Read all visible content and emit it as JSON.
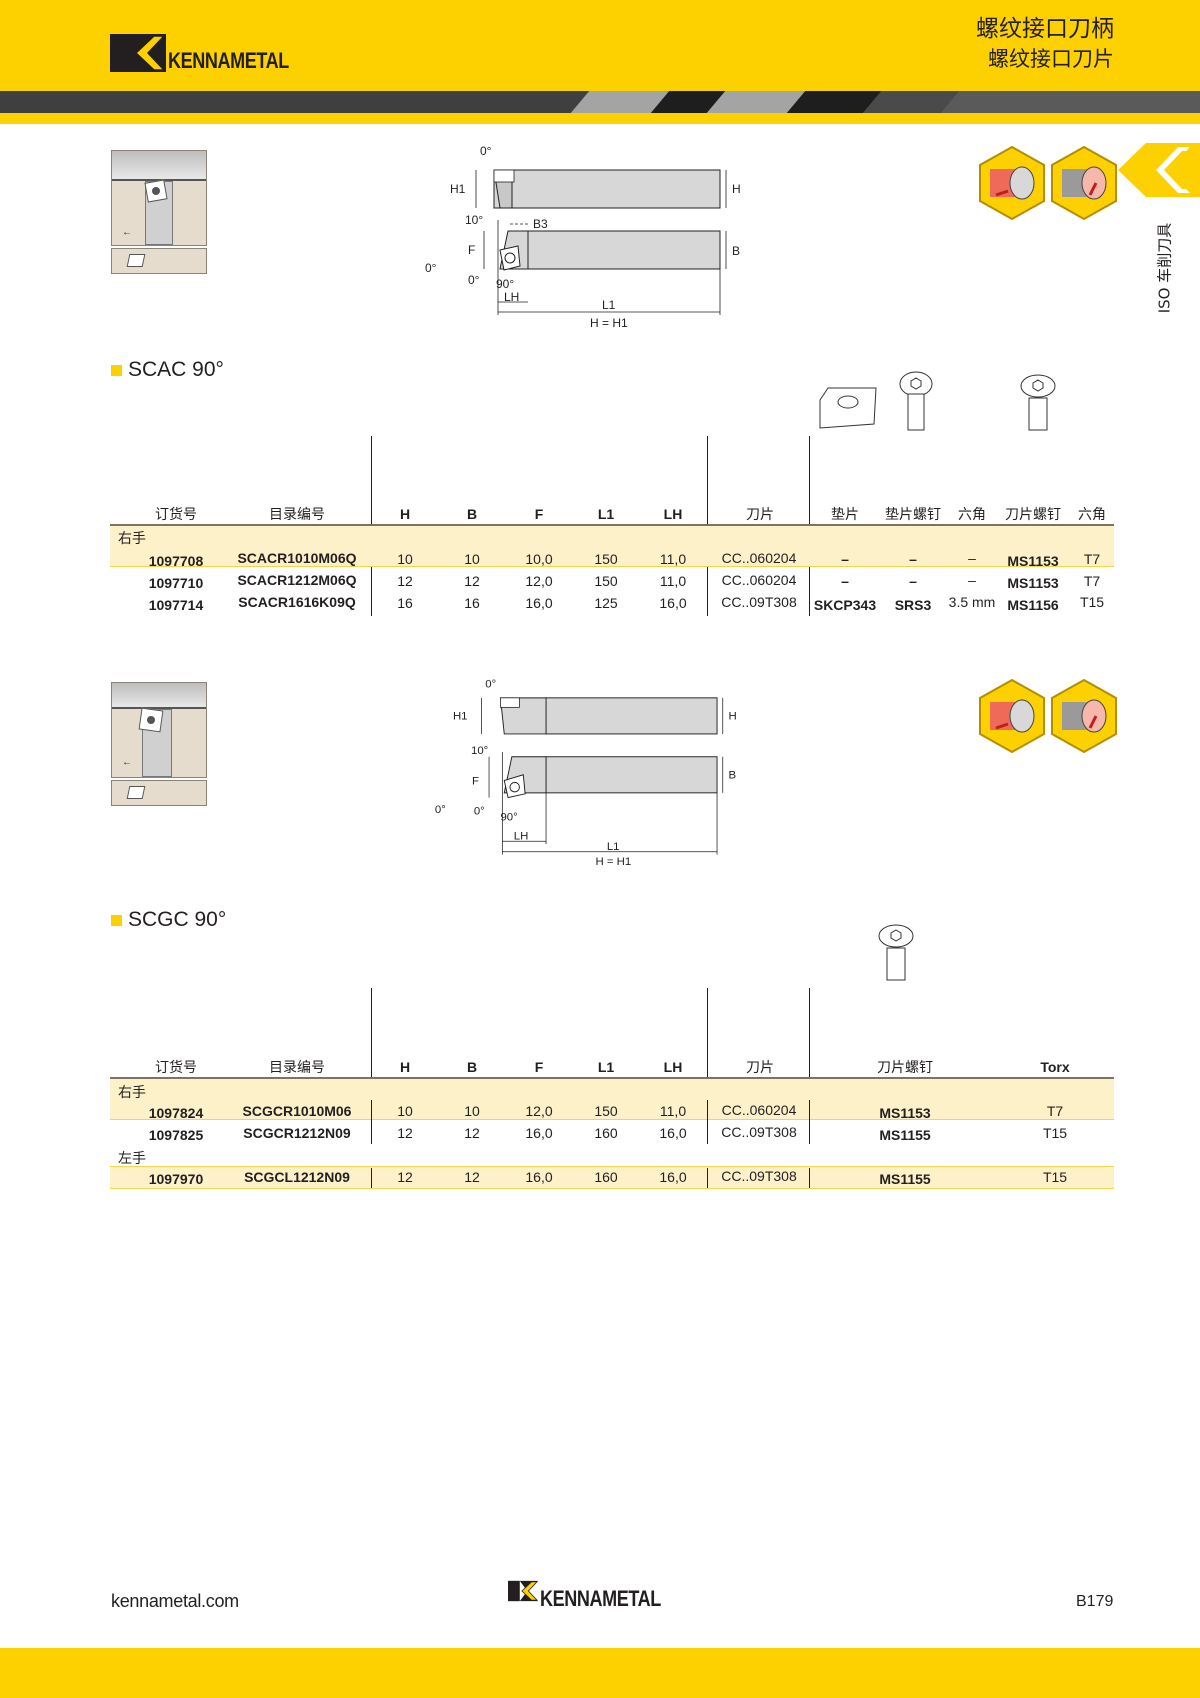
{
  "header": {
    "brand": "KENNAMETAL",
    "title_line1": "螺纹接口刀柄",
    "title_line2": "螺纹接口刀片"
  },
  "side_tab": {
    "label": "ISO 车削刀具"
  },
  "colors": {
    "brand_yellow": "#fdd000",
    "band_fill": "#fdf1c9",
    "row_rule": "#f5d64a",
    "text": "#231f20"
  },
  "sections": [
    {
      "title": "SCAC 90°",
      "diagram_labels": {
        "angle_top": "0°",
        "h1": "H1",
        "h": "H",
        "angle_10": "10°",
        "b3": "B3",
        "f": "F",
        "b": "B",
        "angle_left": "0°",
        "angle_bottom": "0°",
        "angle_90": "90°",
        "lh": "LH",
        "l1": "L1",
        "note": "H = H1"
      },
      "columns": [
        "订货号",
        "目录编号",
        "H",
        "B",
        "F",
        "L1",
        "LH",
        "刀片",
        "垫片",
        "垫片螺钉",
        "六角",
        "刀片螺钉",
        "六角"
      ],
      "groups": [
        {
          "label": "右手",
          "rows": [
            {
              "order_no": "1097708",
              "catalog_no": "SCACR1010M06Q",
              "H": "10",
              "B": "10",
              "F": "10,0",
              "L1": "150",
              "LH": "11,0",
              "insert": "CC..060204",
              "shim": "–",
              "shim_screw": "–",
              "hex1": "–",
              "insert_screw": "MS1153",
              "hex2": "T7"
            },
            {
              "order_no": "1097710",
              "catalog_no": "SCACR1212M06Q",
              "H": "12",
              "B": "12",
              "F": "12,0",
              "L1": "150",
              "LH": "11,0",
              "insert": "CC..060204",
              "shim": "–",
              "shim_screw": "–",
              "hex1": "–",
              "insert_screw": "MS1153",
              "hex2": "T7"
            },
            {
              "order_no": "1097714",
              "catalog_no": "SCACR1616K09Q",
              "H": "16",
              "B": "16",
              "F": "16,0",
              "L1": "125",
              "LH": "16,0",
              "insert": "CC..09T308",
              "shim": "SKCP343",
              "shim_screw": "SRS3",
              "hex1": "3.5 mm",
              "insert_screw": "MS1156",
              "hex2": "T15"
            }
          ]
        }
      ]
    },
    {
      "title": "SCGC 90°",
      "diagram_labels": {
        "angle_top": "0°",
        "h1": "H1",
        "h": "H",
        "angle_10": "10°",
        "f": "F",
        "b": "B",
        "angle_left": "0°",
        "angle_bottom": "0°",
        "angle_90": "90°",
        "lh": "LH",
        "l1": "L1",
        "note": "H = H1"
      },
      "columns": [
        "订货号",
        "目录编号",
        "H",
        "B",
        "F",
        "L1",
        "LH",
        "刀片",
        "刀片螺钉",
        "Torx"
      ],
      "groups": [
        {
          "label": "右手",
          "rows": [
            {
              "order_no": "1097824",
              "catalog_no": "SCGCR1010M06",
              "H": "10",
              "B": "10",
              "F": "12,0",
              "L1": "150",
              "LH": "11,0",
              "insert": "CC..060204",
              "insert_screw": "MS1153",
              "torx": "T7"
            },
            {
              "order_no": "1097825",
              "catalog_no": "SCGCR1212N09",
              "H": "12",
              "B": "12",
              "F": "16,0",
              "L1": "160",
              "LH": "16,0",
              "insert": "CC..09T308",
              "insert_screw": "MS1155",
              "torx": "T15"
            }
          ]
        },
        {
          "label": "左手",
          "rows": [
            {
              "order_no": "1097970",
              "catalog_no": "SCGCL1212N09",
              "H": "12",
              "B": "12",
              "F": "16,0",
              "L1": "160",
              "LH": "16,0",
              "insert": "CC..09T308",
              "insert_screw": "MS1155",
              "torx": "T15"
            }
          ]
        }
      ]
    }
  ],
  "footer": {
    "url": "kennametal.com",
    "brand": "KENNAMETAL",
    "page": "B179"
  }
}
